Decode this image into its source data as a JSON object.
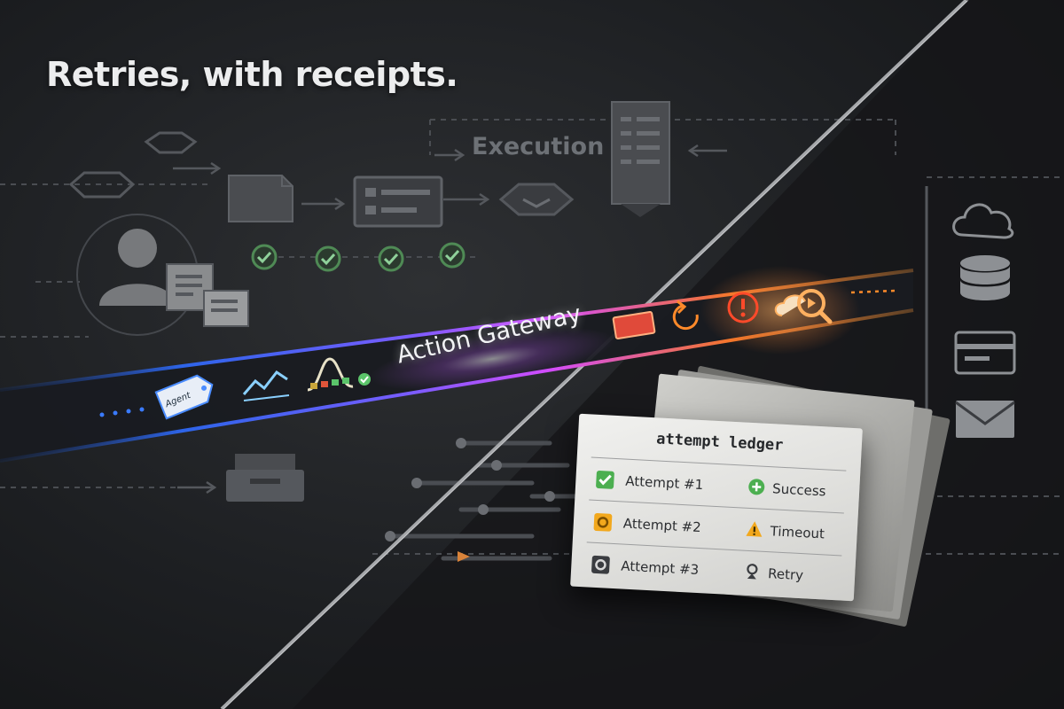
{
  "headline": "Retries, with receipts.",
  "execution_label": "Execution",
  "gateway_label": "Action Gateway",
  "agent_tag": "Agent",
  "ledger": {
    "title": "attempt ledger",
    "rows": [
      {
        "attempt": "Attempt #1",
        "status": "Success"
      },
      {
        "attempt": "Attempt #2",
        "status": "Timeout"
      },
      {
        "attempt": "Attempt #3",
        "status": "Retry"
      }
    ]
  },
  "colors": {
    "background": "#1d1f22",
    "beam_blue": "#3a7bff",
    "beam_magenta": "#d24bff",
    "beam_orange": "#ff8a2a",
    "success_green": "#4caf50",
    "timeout_amber": "#f2a81d",
    "alert_red": "#ff5a2a"
  },
  "icons": {
    "flow_left": [
      "user-icon",
      "document-stack-icon",
      "hexagon-node-icon",
      "document-icon",
      "form-icon",
      "check-circle-icon",
      "receipt-stack-icon",
      "inbox-tray-icon"
    ],
    "gateway": [
      "agent-tag-icon",
      "trend-line-icon",
      "bell-curve-icon",
      "ticket-icon",
      "refresh-icon",
      "alert-icon",
      "search-cloud-icon"
    ],
    "services_right": [
      "cloud-icon",
      "database-icon",
      "credit-card-icon",
      "mail-icon"
    ]
  }
}
